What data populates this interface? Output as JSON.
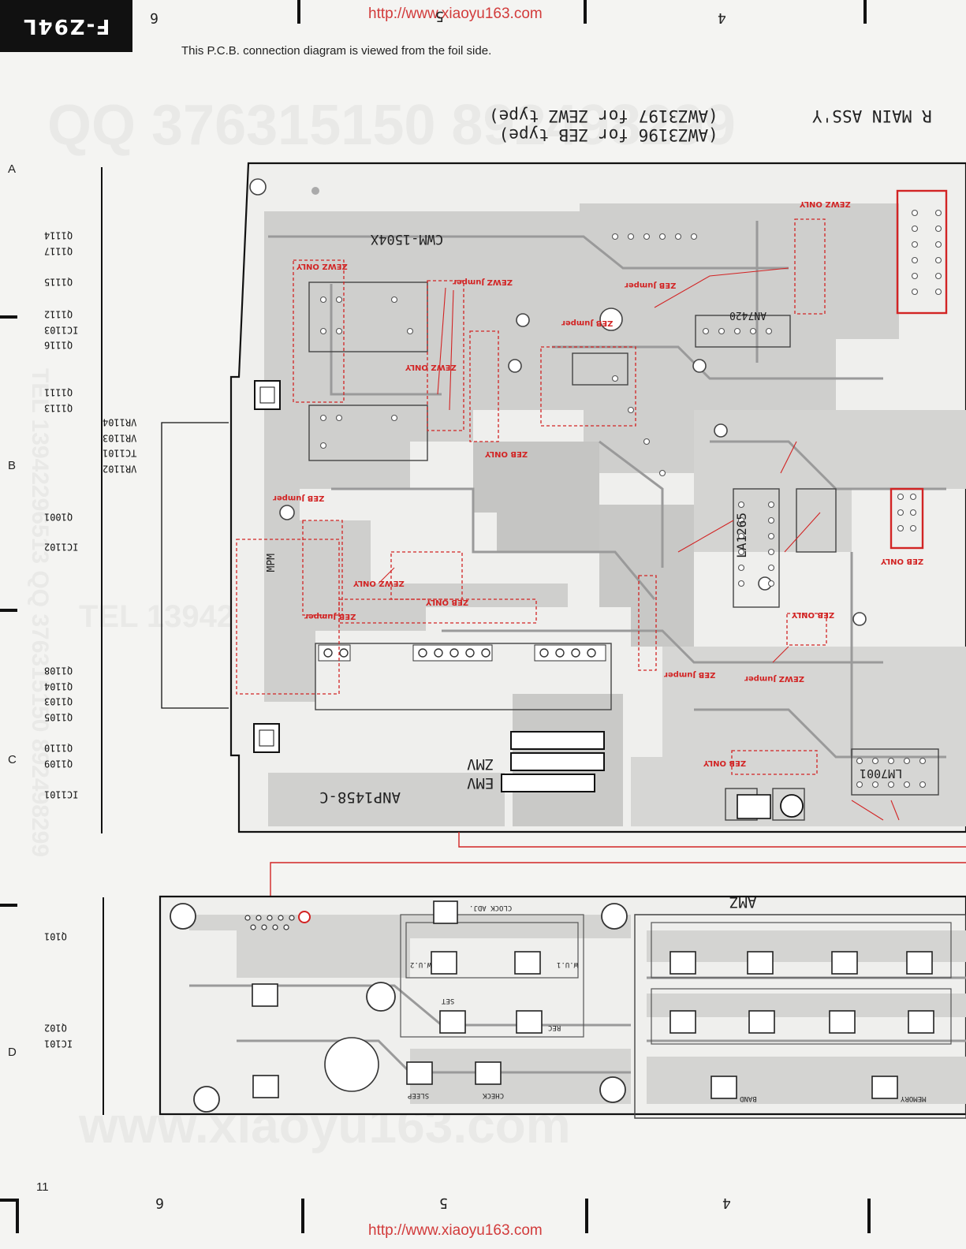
{
  "header": {
    "model": "F-Z94L",
    "url": "http://www.xiaoyu163.com",
    "note": "This P.C.B. connection diagram is viewed from the foil side.",
    "columns": [
      "6",
      "5",
      "4"
    ]
  },
  "assembly": {
    "line1": "R MAIN ASS'Y",
    "line2": "(AWZ3196 for ZEB type)",
    "line3": "(AWZ3197 for ZEWZ type)"
  },
  "rows": [
    "A",
    "B",
    "C",
    "D"
  ],
  "side_labels": {
    "group1": [
      "Q1117",
      "Q1114"
    ],
    "group2": [
      "Q1115"
    ],
    "group3": [
      "Q1116",
      "IC1103",
      "Q1112"
    ],
    "group4": [
      "Q1113",
      "Q1111"
    ],
    "group5": [
      "VR1102",
      "TC1101",
      "VR1103",
      "VR1104"
    ],
    "group6": [
      "Q1001"
    ],
    "group7": [
      "IC1102"
    ],
    "group8": [
      "Q1105",
      "Q1103",
      "Q1104",
      "Q1108"
    ],
    "group9": [
      "Q1109",
      "Q1110"
    ],
    "group10": [
      "IC1101"
    ],
    "group11": [
      "Q101"
    ],
    "group12": [
      "IC101",
      "Q102"
    ]
  },
  "board": {
    "ref_top": "CWM-1504X",
    "ref_bottom": "ANP1458-C",
    "ic_labels": [
      "LA1265",
      "LM7001",
      "AN7420",
      "MPM"
    ],
    "zmv_labels": [
      "ZMV",
      "EMV",
      "AMZ"
    ],
    "red_notes": [
      "ZEWZ ONLY",
      "ZEB Jumper",
      "ZEWZ Jumper",
      "ZEB ONLY",
      "ZEWZ ONLY",
      "ZEB Jumper",
      "ZEWZ ONLY",
      "ZEB ONLY",
      "ZEB Jumper",
      "ZEWZ Jumper",
      "ZEB ONLY",
      "ZEB Jumper",
      "ZEWZ ONLY",
      "ZEB ONLY",
      "ZEB Jumper",
      "ZEB ONLY"
    ],
    "switch_labels": [
      "CLOCK ADJ.",
      "W.U.2",
      "W.U.1",
      "SET",
      "REC",
      "SLEEP",
      "CHECK",
      "BAND",
      "MEMORY"
    ]
  },
  "footer": {
    "page": "11",
    "columns": [
      "6",
      "5",
      "4"
    ],
    "url": "http://www.xiaoyu163.com"
  },
  "watermarks": [
    "QQ 376315150 892498299",
    "TEL 13942296513 QQ 376315150 892498299",
    "TEL 13942296513",
    "www.xiaoyu163.com"
  ],
  "colors": {
    "trace": "#9a9a9a",
    "red": "#d22424",
    "board": "#d2d2d0"
  }
}
